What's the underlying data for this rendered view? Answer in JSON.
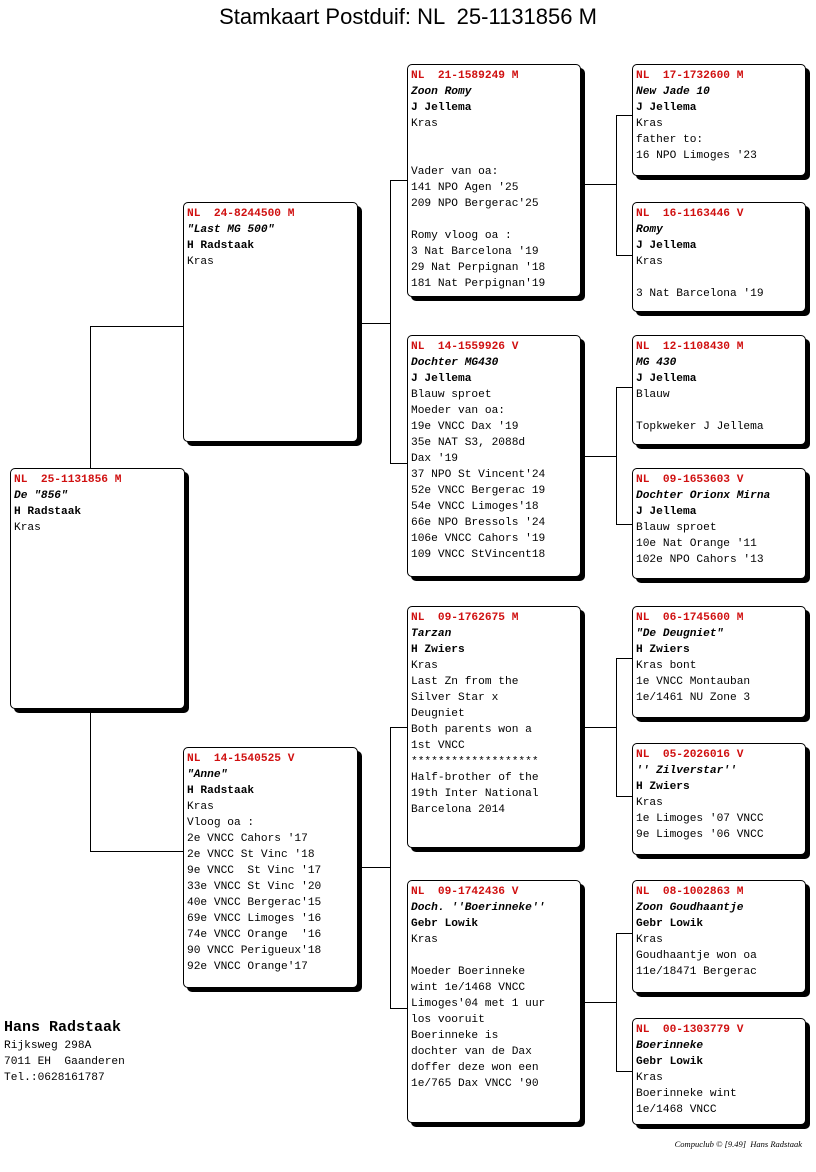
{
  "title": "Stamkaart Postduif: NL  25-1131856 M",
  "owner": {
    "name": "Hans Radstaak",
    "lines": [
      "Rijksweg 298A",
      "7011 EH  Gaanderen",
      "Tel.:0628161787"
    ]
  },
  "footer": "Compuclub © [9.49]  Hans Radstaak",
  "cards": [
    {
      "id": "subject",
      "ring": "NL  25-1131856 M",
      "name": "De \"856\"",
      "owner": "H Radstaak",
      "lines": [
        "Kras"
      ]
    },
    {
      "id": "father",
      "ring": "NL  24-8244500 M",
      "name": "\"Last MG 500\"",
      "owner": "H Radstaak",
      "lines": [
        "Kras"
      ]
    },
    {
      "id": "mother",
      "ring": "NL  14-1540525 V",
      "name": "\"Anne\"",
      "owner": "H Radstaak",
      "lines": [
        "Kras",
        "Vloog oa :",
        "2e VNCC Cahors '17",
        "2e VNCC St Vinc '18",
        "9e VNCC  St Vinc '17",
        "33e VNCC St Vinc '20",
        "40e VNCC Bergerac'15",
        "69e VNCC Limoges '16",
        "74e VNCC Orange  '16",
        "90 VNCC Perigueux'18",
        "92e VNCC Orange'17"
      ]
    },
    {
      "id": "ff",
      "ring": "NL  21-1589249 M",
      "name": "Zoon Romy",
      "owner": "J Jellema",
      "lines": [
        "Kras",
        "",
        "",
        "Vader van oa:",
        "141 NPO Agen '25",
        "209 NPO Bergerac'25",
        "",
        "Romy vloog oa :",
        "3 Nat Barcelona '19",
        "29 Nat Perpignan '18",
        "181 Nat Perpignan'19"
      ]
    },
    {
      "id": "fm",
      "ring": "NL  14-1559926 V",
      "name": "Dochter MG430",
      "owner": "J Jellema",
      "lines": [
        "Blauw sproet",
        "Moeder van oa:",
        "19e VNCC Dax '19",
        "35e NAT S3, 2088d",
        "Dax '19",
        "37 NPO St Vincent'24",
        "52e VNCC Bergerac 19",
        "54e VNCC Limoges'18",
        "66e NPO Bressols '24",
        "106e VNCC Cahors '19",
        "109 VNCC StVincent18"
      ]
    },
    {
      "id": "mf",
      "ring": "NL  09-1762675 M",
      "name": "Tarzan",
      "owner": "H Zwiers",
      "lines": [
        "Kras",
        "Last Zn from the",
        "Silver Star x",
        "Deugniet",
        "Both parents won a",
        "1st VNCC",
        "*******************",
        "Half-brother of the",
        "19th Inter National",
        "Barcelona 2014"
      ]
    },
    {
      "id": "mm",
      "ring": "NL  09-1742436 V",
      "name": "Doch. ''Boerinneke''",
      "owner": "Gebr Lowik",
      "lines": [
        "Kras",
        "",
        "Moeder Boerinneke",
        "wint 1e/1468 VNCC",
        "Limoges'04 met 1 uur",
        "los vooruit",
        "Boerinneke is",
        "dochter van de Dax",
        "doffer deze won een",
        "1e/765 Dax VNCC '90"
      ]
    },
    {
      "id": "fff",
      "ring": "NL  17-1732600 M",
      "name": "New Jade 10",
      "owner": "J Jellema",
      "lines": [
        "Kras",
        "father to:",
        "16 NPO Limoges '23"
      ]
    },
    {
      "id": "ffm",
      "ring": "NL  16-1163446 V",
      "name": "Romy",
      "owner": "J Jellema",
      "lines": [
        "Kras",
        "",
        "3 Nat Barcelona '19"
      ]
    },
    {
      "id": "fmf",
      "ring": "NL  12-1108430 M",
      "name": "MG 430",
      "owner": "J Jellema",
      "lines": [
        "Blauw",
        "",
        "Topkweker J Jellema"
      ]
    },
    {
      "id": "fmm",
      "ring": "NL  09-1653603 V",
      "name": "Dochter Orionx Mirna",
      "owner": "J Jellema",
      "lines": [
        "Blauw sproet",
        "10e Nat Orange '11",
        "102e NPO Cahors '13"
      ]
    },
    {
      "id": "mff",
      "ring": "NL  06-1745600 M",
      "name": "\"De Deugniet\"",
      "owner": "H Zwiers",
      "lines": [
        "Kras bont",
        "1e VNCC Montauban",
        "1e/1461 NU Zone 3"
      ]
    },
    {
      "id": "mfm",
      "ring": "NL  05-2026016 V",
      "name": "'' Zilverstar''",
      "owner": "H Zwiers",
      "lines": [
        "Kras",
        "1e Limoges '07 VNCC",
        "9e Limoges '06 VNCC"
      ]
    },
    {
      "id": "mmf",
      "ring": "NL  08-1002863 M",
      "name": "Zoon Goudhaantje",
      "owner": "Gebr Lowik",
      "lines": [
        "Kras",
        "Goudhaantje won oa",
        "11e/18471 Bergerac"
      ]
    },
    {
      "id": "mmm",
      "ring": "NL  00-1303779 V",
      "name": "Boerinneke",
      "owner": "Gebr Lowik",
      "lines": [
        "Kras",
        "Boerinneke wint",
        "1e/1468 VNCC"
      ]
    }
  ]
}
